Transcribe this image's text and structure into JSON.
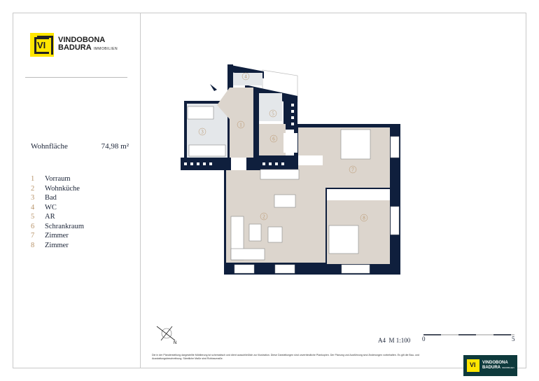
{
  "brand": {
    "line1": "VINDOBONA",
    "line2": "BADURA",
    "line3": "IMMOBILIEN",
    "mark": "VI",
    "accent": "#ffe600",
    "dark": "#0e3a3c"
  },
  "summary": {
    "label": "Wohnfläche",
    "value": "74,98 m²"
  },
  "rooms": [
    {
      "num": "1",
      "name": "Vorraum"
    },
    {
      "num": "2",
      "name": "Wohnküche"
    },
    {
      "num": "3",
      "name": "Bad"
    },
    {
      "num": "4",
      "name": "WC"
    },
    {
      "num": "5",
      "name": "AR"
    },
    {
      "num": "6",
      "name": "Schrankraum"
    },
    {
      "num": "7",
      "name": "Zimmer"
    },
    {
      "num": "8",
      "name": "Zimmer"
    }
  ],
  "scale": {
    "format": "A4  M 1:100",
    "start": "0",
    "end": "5"
  },
  "compass": {
    "label": "N"
  },
  "disclaimer": "Die in der Planderstellung dargestellte Möblierung ist schematisch und dient ausschließlich zur Illustration. Diese Darstellungen sind unverbindliche Plankopien. Der Planung und Ausführung sind Änderungen vorbehalten. Es gilt die Bau- und Ausstattungsbeschreibung. Sämtliche Maße sind Rohbaumaße.",
  "colors": {
    "wall": "#0f1f3d",
    "floor": "#dcd5cd",
    "tile": "#e4e7ea",
    "room_number": "#b8946a"
  }
}
